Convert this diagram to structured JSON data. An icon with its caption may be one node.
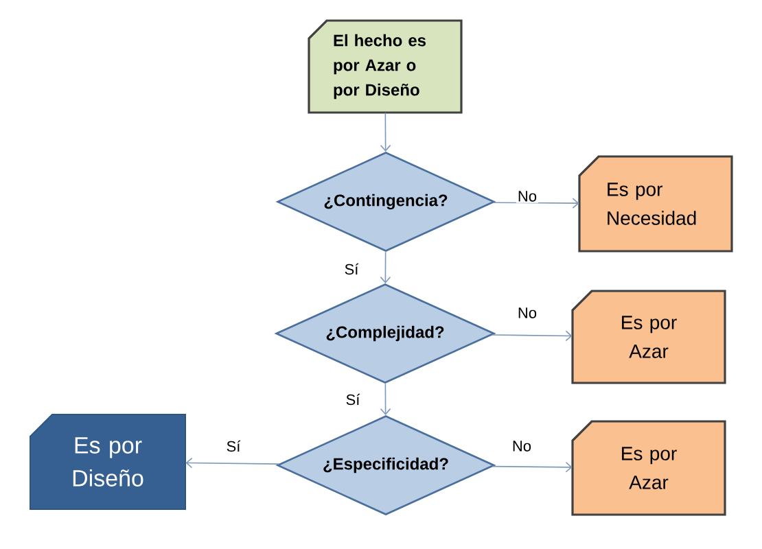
{
  "diagram": {
    "nodes": [
      {
        "text": [
          "El hecho es por Azar o por Diseño"
        ]
      },
      {
        "text": [
          "¿Contingencia?"
        ]
      },
      {
        "text": [
          "Es por Necesidad"
        ]
      },
      {
        "text": [
          "¿Complejidad?"
        ]
      },
      {
        "text": [
          "Es por Azar"
        ]
      },
      {
        "text": [
          "Es por Diseño"
        ]
      },
      {
        "text": [
          "¿Especificidad?"
        ]
      },
      {
        "text": [
          "Es por Azar"
        ]
      }
    ],
    "edges": [
      {
        "from": 0,
        "to": 1,
        "arrow": "to"
      },
      {
        "from": 1,
        "to": 2,
        "arrow": "to",
        "label": "No"
      },
      {
        "from": 1,
        "to": 3,
        "arrow": "to",
        "label": "Sí"
      },
      {
        "from": 3,
        "to": 4,
        "arrow": "to",
        "label": "No"
      },
      {
        "from": 3,
        "to": 6,
        "arrow": "to",
        "label": "Sí"
      },
      {
        "from": 6,
        "to": 7,
        "arrow": "to",
        "label": "No"
      },
      {
        "from": 6,
        "to": 5,
        "arrow": "to",
        "label": "Sí"
      }
    ]
  }
}
